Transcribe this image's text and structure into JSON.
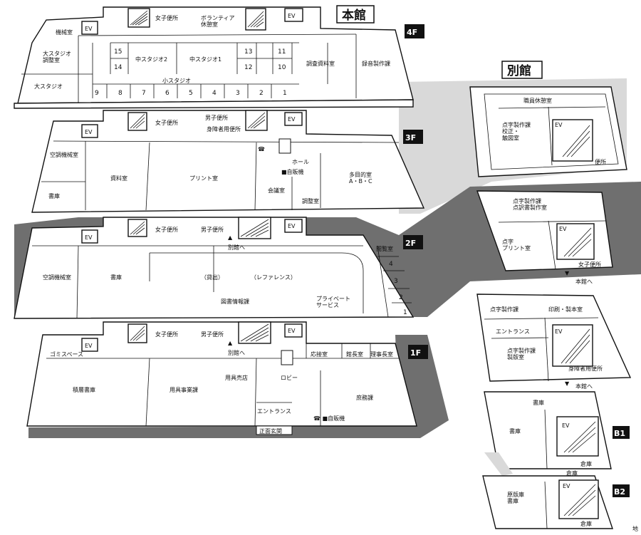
{
  "titles": {
    "main": "本館",
    "annex": "別館"
  },
  "floors": {
    "f4": {
      "badge": "4F",
      "rooms": {
        "machine": "機械室",
        "ev_left": "EV",
        "women": "女子便所",
        "volunteer": "ボランティア\n休憩室",
        "ev_right": "EV",
        "big_studio_ctrl": "大スタジオ\n調整室",
        "big_studio": "大スタジオ",
        "mid_studio2": "中スタジオ2",
        "mid_studio1": "中スタジオ1",
        "research": "調査資料室",
        "recording": "録音製作課",
        "small_studio": "小スタジオ"
      },
      "booths": [
        "15",
        "14",
        "13",
        "12",
        "11",
        "10",
        "9",
        "8",
        "7",
        "6",
        "5",
        "4",
        "3",
        "2",
        "1"
      ]
    },
    "f3": {
      "badge": "3F",
      "rooms": {
        "ev": "EV",
        "women": "女子便所",
        "men": "男子便所",
        "disabled": "身障者用便所",
        "ev2": "EV",
        "aircon": "空調機械室",
        "storage": "書庫",
        "materials": "資料室",
        "print": "プリント室",
        "hall": "ホール",
        "vending": "■自販機",
        "meeting": "会議室",
        "adjust": "調整室",
        "multi": "多目的室\nA・B・C",
        "phone": "☎"
      }
    },
    "f2": {
      "badge": "2F",
      "rooms": {
        "ev": "EV",
        "women": "女子便所",
        "men": "男子便所",
        "ev2": "EV",
        "to_annex": "別館へ",
        "reading": "閲覧室",
        "aircon": "空調機械室",
        "stacks": "書庫",
        "lending": "（貸出）",
        "reference": "（レファレンス）",
        "info": "図書情報課",
        "private": "プライベート\nサービス"
      },
      "booths": [
        "4",
        "3",
        "2",
        "1"
      ]
    },
    "f1": {
      "badge": "1F",
      "rooms": {
        "ev": "EV",
        "women": "女子便所",
        "men": "男子便所",
        "ev2": "EV",
        "to_annex": "別館へ",
        "garbage": "ゴミスペース",
        "reception": "応接室",
        "director": "館長室",
        "chairman": "理事長室",
        "layered": "積層書庫",
        "supplies": "用具事業課",
        "supply_shop": "用具売店",
        "lobby": "ロビー",
        "general": "庶務課",
        "entrance": "エントランス",
        "vending": "☎ ■自販機",
        "front": "正面玄関"
      }
    }
  },
  "annex": {
    "a3": {
      "staff_rest": "職員休憩室",
      "braille_dept": "点字製作課\n校正・\n触図室",
      "ev": "EV",
      "toilet": "便所"
    },
    "a2": {
      "braille_dept": "点字製作課\n点訳書製作室",
      "ev": "EV",
      "braille_print": "点字\nプリント室",
      "women": "女子便所",
      "to_main": "本館へ"
    },
    "a1": {
      "braille_dept": "点字製作課",
      "printing": "印刷・製本室",
      "entrance": "エントランス",
      "ev": "EV",
      "binding": "点字製作課\n製版室",
      "disabled": "身障者用便所",
      "to_main": "本館へ"
    },
    "b1": {
      "badge": "B1",
      "storage_top": "書庫",
      "storage": "書庫",
      "ev": "EV",
      "warehouse": "倉庫"
    },
    "b2": {
      "badge": "B2",
      "storage_top": "倉庫",
      "plate": "原版庫\n書庫",
      "ev": "EV",
      "warehouse": "倉庫"
    }
  },
  "footer": {
    "corner": "地"
  }
}
